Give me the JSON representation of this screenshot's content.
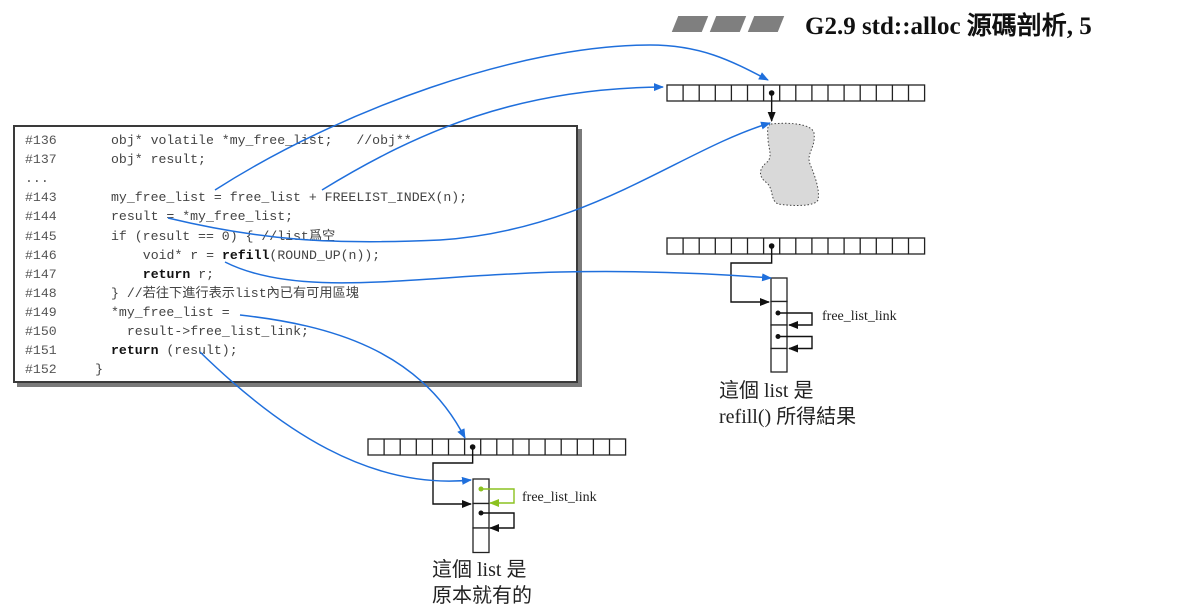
{
  "header": {
    "title": "G2.9 std::alloc 源碼剖析, 5",
    "decoration": "three-slanted-gray-bars"
  },
  "code_listing": {
    "lines": [
      {
        "num": "#136",
        "indent": 0,
        "pre": "obj* volatile *my_free_list;   //obj**",
        "bold": "",
        "post": ""
      },
      {
        "num": "#137",
        "indent": 0,
        "pre": "obj* result;",
        "bold": "",
        "post": ""
      },
      {
        "num": "...",
        "indent": 0,
        "pre": "",
        "bold": "",
        "post": ""
      },
      {
        "num": "#143",
        "indent": 0,
        "pre": "my_free_list = free_list + FREELIST_INDEX(n);",
        "bold": "",
        "post": ""
      },
      {
        "num": "#144",
        "indent": 0,
        "pre": "result = *my_free_list;",
        "bold": "",
        "post": ""
      },
      {
        "num": "#145",
        "indent": 0,
        "pre": "if (result == 0) { //list爲空",
        "bold": "",
        "post": ""
      },
      {
        "num": "#146",
        "indent": 4,
        "pre": "void* r = ",
        "bold": "refill",
        "post": "(ROUND_UP(n));"
      },
      {
        "num": "#147",
        "indent": 4,
        "pre": "",
        "bold": "return",
        "post": " r;"
      },
      {
        "num": "#148",
        "indent": 0,
        "pre": "} //若往下進行表示list內已有可用區塊",
        "bold": "",
        "post": ""
      },
      {
        "num": "#149",
        "indent": 0,
        "pre": "*my_free_list =",
        "bold": "",
        "post": ""
      },
      {
        "num": "#150",
        "indent": 2,
        "pre": "result->free_list_link;",
        "bold": "",
        "post": ""
      },
      {
        "num": "#151",
        "indent": 0,
        "pre": "",
        "bold": "return",
        "post": " (result);"
      },
      {
        "num": "#152",
        "indent": -2,
        "pre": "}",
        "bold": "",
        "post": ""
      }
    ]
  },
  "diagrams": {
    "free_list_array_cells": 16,
    "pointer_cell_index": 6,
    "top": {
      "description": "free_list array; selected slot points to empty (gray) memory blob"
    },
    "middle": {
      "link_label": "free_list_link",
      "chunk_count": 4,
      "caption_line1": "這個 list 是",
      "caption_line2": "refill() 所得結果"
    },
    "bottom": {
      "link_label": "free_list_link",
      "chunk_count": 3,
      "caption_line1": "這個 list 是",
      "caption_line2": "原本就有的"
    }
  },
  "colors": {
    "arrow_blue": "#1f6fdc",
    "highlight_green": "#8cc220",
    "blob_fill": "#d9d9d9",
    "stripe_gray": "#7f7f7f"
  }
}
